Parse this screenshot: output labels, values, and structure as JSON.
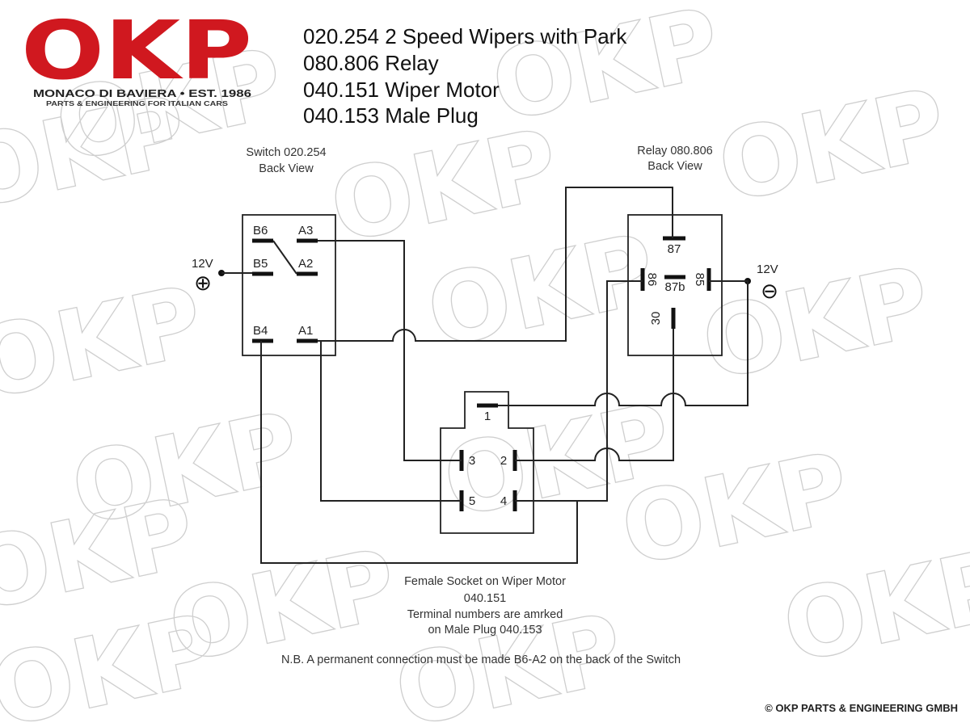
{
  "logo": {
    "brand": "OKP",
    "tagline": "MONACO DI BAVIERA • EST. 1986",
    "subline": "PARTS & ENGINEERING FOR ITALIAN CARS",
    "color": "#d0181f"
  },
  "watermark": "OKP",
  "titles": [
    "020.254 2 Speed Wipers with Park",
    "080.806 Relay",
    "040.151 Wiper Motor",
    "040.153 Male Plug"
  ],
  "switch": {
    "caption": [
      "Switch 020.254",
      "Back View"
    ],
    "terminals": [
      "B6",
      "A3",
      "B5",
      "A2",
      "B4",
      "A1"
    ]
  },
  "relay": {
    "caption": [
      "Relay 080.806",
      "Back View"
    ],
    "terminals": [
      "87",
      "86",
      "87b",
      "85",
      "30"
    ]
  },
  "supply": {
    "positive_label": "12V",
    "positive_symbol": "⊕",
    "negative_label": "12V",
    "negative_symbol": "⊖"
  },
  "socket": {
    "terminals": [
      "1",
      "2",
      "3",
      "4",
      "5"
    ],
    "caption": [
      "Female Socket on Wiper Motor",
      "040.151",
      "Terminal numbers are amrked",
      "on Male Plug 040.153"
    ]
  },
  "note": "N.B. A permanent connection must be made B6-A2 on the back of the Switch",
  "copyright": "© OKP PARTS & ENGINEERING GMBH"
}
